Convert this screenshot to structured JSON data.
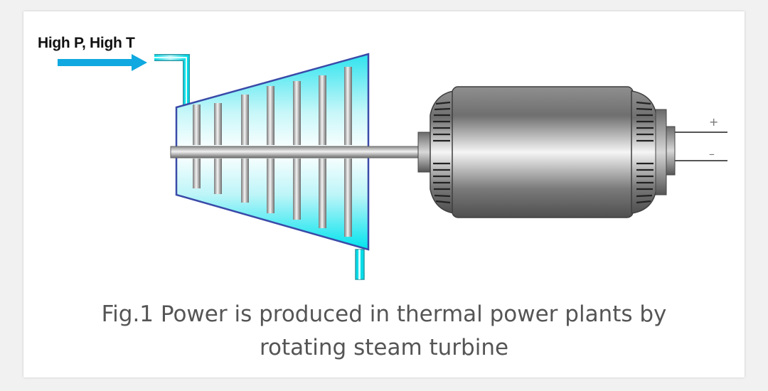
{
  "diagram": {
    "inlet_label": "High P, High T",
    "terminal_plus": "+",
    "terminal_minus": "–"
  },
  "caption": {
    "line1": "Fig.1 Power is produced in thermal power plants by",
    "line2": "rotating steam turbine"
  },
  "colors": {
    "steam_cyan": "#00e5f0",
    "arrow_blue": "#10a8e0",
    "turbine_outline": "#3a4aa8",
    "generator_gray": "#8a8a8a",
    "caption_text": "#555555"
  },
  "icons": [
    "steam-inlet-arrow",
    "steam-turbine",
    "generator",
    "shaft"
  ]
}
